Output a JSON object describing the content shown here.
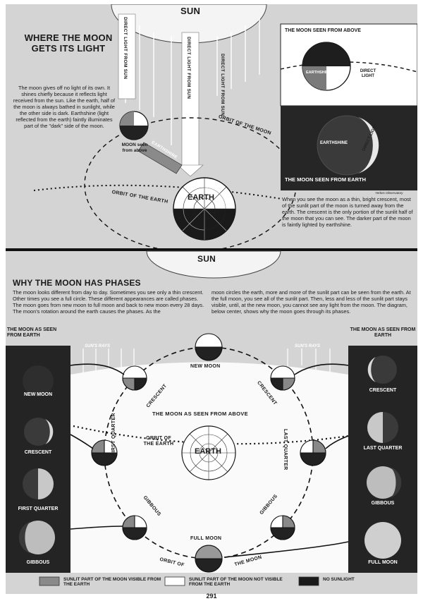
{
  "top": {
    "sun": "SUN",
    "title_line1": "WHERE THE MOON",
    "title_line2": "GETS ITS LIGHT",
    "intro": "The moon gives off no light of its own. It shines chiefly because it reflects light received from the sun. Like the earth, half of the moon is always bathed in sunlight, while the other side is dark. Earthshine (light reflected from the earth) faintly illuminates part of the \"dark\" side of the moon.",
    "direct_light_1": "DIRECT LIGHT FROM SUN",
    "direct_light_2": "DIRECT LIGHT FROM SUN",
    "direct_light_3": "DIRECT LIGHT FROM SUN",
    "orbit_moon": "ORBIT OF THE MOON",
    "orbit_earth": "ORBIT OF THE EARTH",
    "moon_caption": "MOON seen from above",
    "earthshine": "EARTHSHINE",
    "earth": "EARTH",
    "above_title": "THE MOON SEEN FROM ABOVE",
    "direct_light_small": "DIRECT LIGHT",
    "earthshine_small": "EARTHSHINE",
    "earthshine_photo": "EARTHSHINE",
    "direct_light_photo": "DIRECT LIGHT",
    "from_earth_title": "THE MOON SEEN FROM EARTH",
    "credit": "Yerkes Observatory",
    "crescent_text": "When you see the moon as a thin, bright crescent, most of the sunlit part of the moon is turned away from the earth. The crescent is the only portion of the sunlit half of the moon that you can see. The darker part of the moon is faintly lighted by earthshine."
  },
  "bottom": {
    "sun": "SUN",
    "title": "WHY THE MOON HAS PHASES",
    "para_left": "The moon looks different from day to day. Sometimes you see only a thin crescent. Other times you see a full circle. These different appearances are called phases. The moon goes from new moon to full moon and back to new moon every 28 days. The moon's rotation around the earth causes the phases. As the",
    "para_right": "moon circles the earth, more and more of the sunlit part can be seen from the earth. At the full moon, you see all of the sunlit part. Then, less and less of the sunlit part stays visible, until, at the new moon, you cannot see any light from the moon. The diagram, below center, shows why the moon goes through its phases.",
    "left_header": "THE MOON AS SEEN FROM EARTH",
    "right_header": "THE MOON AS SEEN FROM EARTH",
    "sun_rays_left": "SUN'S RAYS",
    "sun_rays_right": "SUN'S RAYS",
    "left_photos": [
      "NEW MOON",
      "CRESCENT",
      "FIRST QUARTER",
      "GIBBOUS"
    ],
    "right_photos": [
      "CRESCENT",
      "LAST QUARTER",
      "GIBBOUS",
      "FULL MOON"
    ],
    "diagram": {
      "new_moon": "NEW MOON",
      "crescent_left": "CRESCENT",
      "crescent_right": "CRESCENT",
      "seen_from_above": "THE MOON AS SEEN FROM ABOVE",
      "first_quarter": "FIRST QUARTER",
      "last_quarter": "LAST QUARTER",
      "orbit_earth": "ORBIT OF THE EARTH",
      "earth": "EARTH",
      "gibbous_left": "GIBBOUS",
      "gibbous_right": "GIBBOUS",
      "full_moon": "FULL MOON",
      "orbit_of": "ORBIT OF",
      "the_moon": "THE MOON"
    },
    "legend": {
      "sunlit_visible": "SUNLIT PART OF THE MOON VISIBLE FROM THE EARTH",
      "sunlit_not_visible": "SUNLIT PART OF THE MOON NOT VISIBLE FROM THE EARTH",
      "no_sunlight": "NO SUNLIGHT"
    }
  },
  "page_number": "291"
}
